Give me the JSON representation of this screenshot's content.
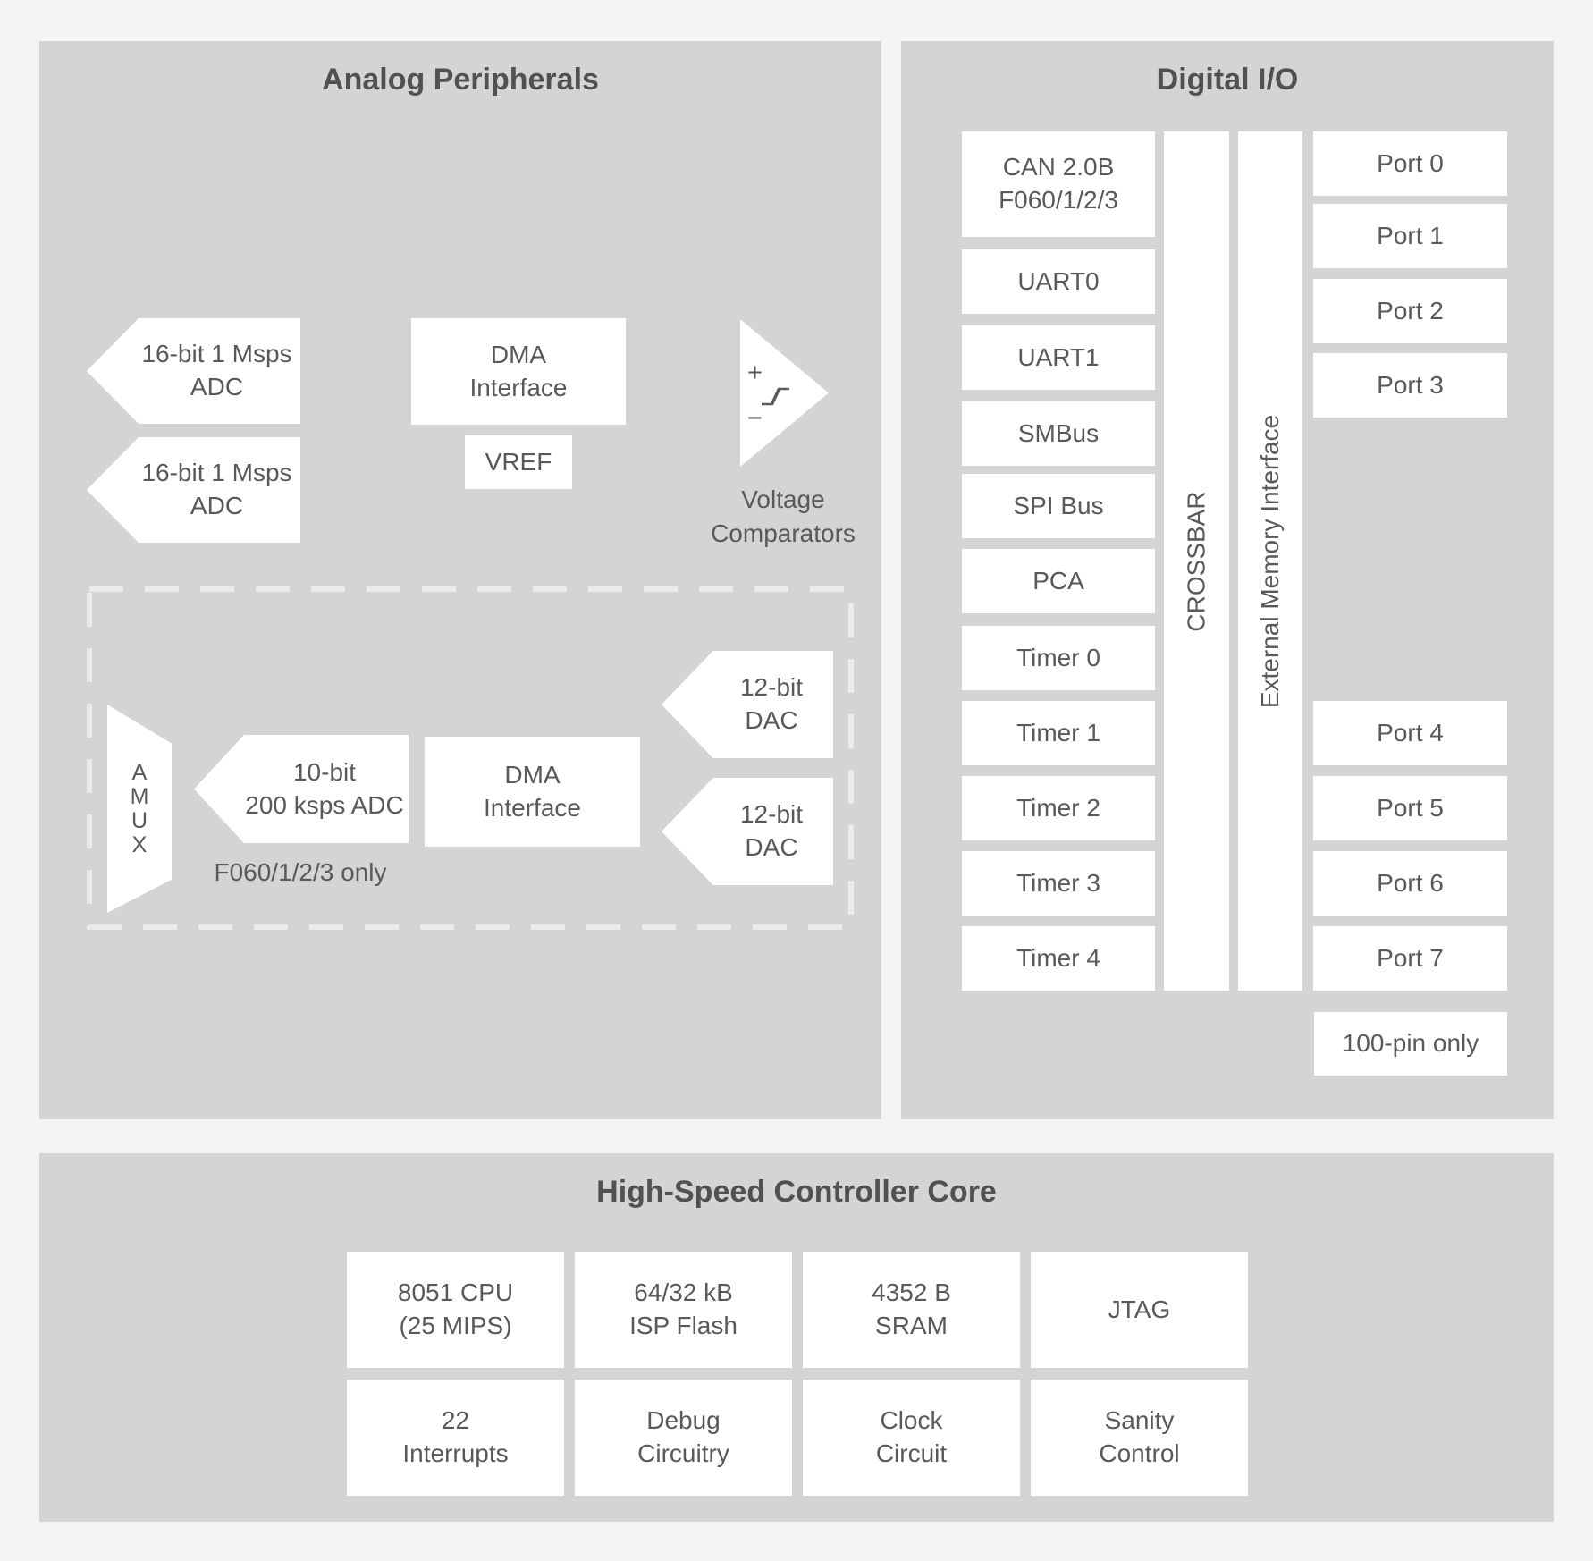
{
  "colors": {
    "page_bg": "#f4f4f4",
    "panel_bg": "#d4d4d4",
    "box_bg": "#ffffff",
    "ink": "#59595b",
    "title_ink": "#515153",
    "dash": "#ebebeb"
  },
  "analog": {
    "title": "Analog Peripherals",
    "adc16_a": "16-bit 1 Msps\nADC",
    "adc16_b": "16-bit 1 Msps\nADC",
    "dma_top": "DMA\nInterface",
    "vref": "VREF",
    "comparator": {
      "plus": "+",
      "minus": "−",
      "label": "Voltage\nComparators"
    },
    "optional": {
      "amux": "A\nM\nU\nX",
      "adc10": "10-bit\n200 ksps ADC",
      "dma": "DMA\nInterface",
      "dac_a": "12-bit\nDAC",
      "dac_b": "12-bit\nDAC",
      "note": "F060/1/2/3 only"
    }
  },
  "digital": {
    "title": "Digital I/O",
    "modules": [
      "CAN 2.0B\nF060/1/2/3",
      "UART0",
      "UART1",
      "SMBus",
      "SPI Bus",
      "PCA",
      "Timer 0",
      "Timer 1",
      "Timer 2",
      "Timer 3",
      "Timer 4"
    ],
    "crossbar": "CROSSBAR",
    "emi": "External Memory Interface",
    "ports_upper": [
      "Port 0",
      "Port 1",
      "Port 2",
      "Port 3"
    ],
    "ports_lower": [
      "Port 4",
      "Port 5",
      "Port 6",
      "Port 7"
    ],
    "note": "100-pin only"
  },
  "core": {
    "title": "High-Speed Controller Core",
    "row1": [
      "8051 CPU\n(25 MIPS)",
      "64/32 kB\nISP Flash",
      "4352 B\nSRAM",
      "JTAG"
    ],
    "row2": [
      "22\nInterrupts",
      "Debug\nCircuitry",
      "Clock\nCircuit",
      "Sanity\nControl"
    ]
  }
}
